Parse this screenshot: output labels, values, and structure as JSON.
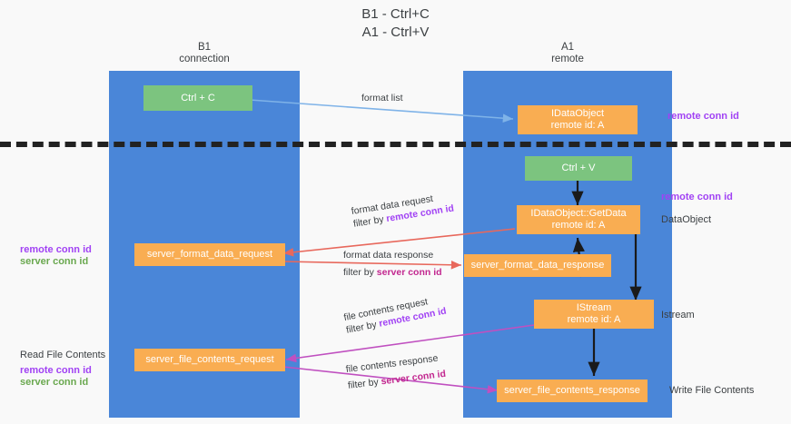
{
  "title": "B1 - Ctrl+C\nA1 - Ctrl+V",
  "columns": {
    "left": "B1\nconnection",
    "right": "A1\nremote"
  },
  "nodes": {
    "ctrl_c": "Ctrl + C",
    "idataobject": "IDataObject\nremote id: A",
    "ctrl_v": "Ctrl + V",
    "getdata": "IDataObject::GetData\nremote id: A",
    "server_format_data_request": "server_format_data_request",
    "server_format_data_response": "server_format_data_response",
    "istream": "IStream\nremote id: A",
    "server_file_contents_request": "server_file_contents_request",
    "server_file_contents_response": "server_file_contents_response"
  },
  "right_labels": {
    "remote_conn_id_top": "remote conn id",
    "remote_conn_id_mid": "remote conn id",
    "dataobject": "DataObject",
    "istream": "Istream",
    "write_file_contents": "Write File Contents"
  },
  "left_labels": {
    "conn_ids_remote": "remote conn id",
    "conn_ids_server": "server conn id",
    "read_file_contents": "Read File Contents",
    "file_conn_ids_remote": "remote conn id",
    "file_conn_ids_server": "server conn id"
  },
  "edges": {
    "format_list": "format list",
    "format_data_request": "format data request",
    "format_data_request_filter_prefix": "filter by ",
    "format_data_request_filter_value": "remote conn id",
    "format_data_response": "format data response",
    "format_data_response_filter_prefix": "filter by ",
    "format_data_response_filter_value": "server conn id",
    "file_contents_request": "file contents request",
    "file_contents_request_filter_prefix": "filter by ",
    "file_contents_request_filter_value": "remote conn id",
    "file_contents_response": "file contents response",
    "file_contents_response_filter_prefix": "filter by ",
    "file_contents_response_filter_value": "server conn id"
  },
  "colors": {
    "lane": "#4a86d8",
    "node_green": "#7cc47f",
    "node_orange": "#f9ad52",
    "purple": "#a142f4",
    "green_text": "#6aa84f",
    "magenta": "#c2278f",
    "arrow_blue": "#7fb3e8",
    "arrow_red": "#e8685c",
    "arrow_magenta": "#c050c0",
    "arrow_black": "#1a1a1a"
  }
}
